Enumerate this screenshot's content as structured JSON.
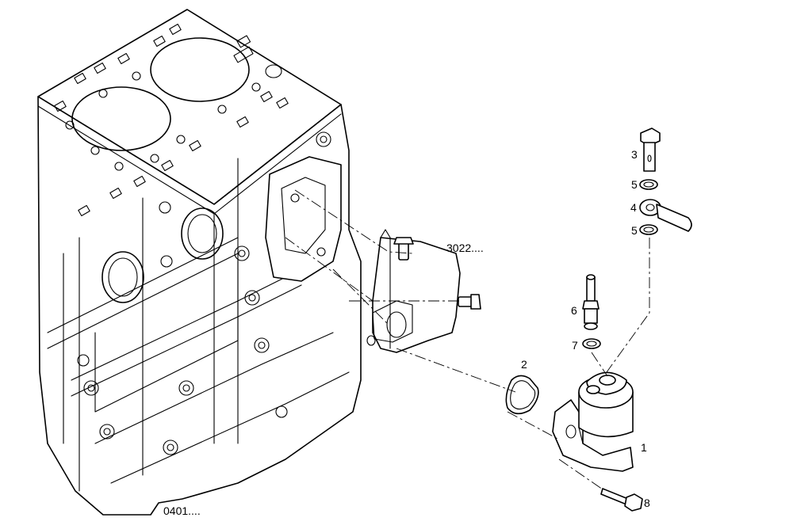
{
  "callouts": {
    "part_1": "1",
    "part_2": "2",
    "part_3": "3",
    "part_4": "4",
    "part_5a": "5",
    "part_5b": "5",
    "part_6": "6",
    "part_7": "7",
    "part_8": "8"
  },
  "references": {
    "bracket_ref": "3022....",
    "block_ref": "0401...."
  }
}
